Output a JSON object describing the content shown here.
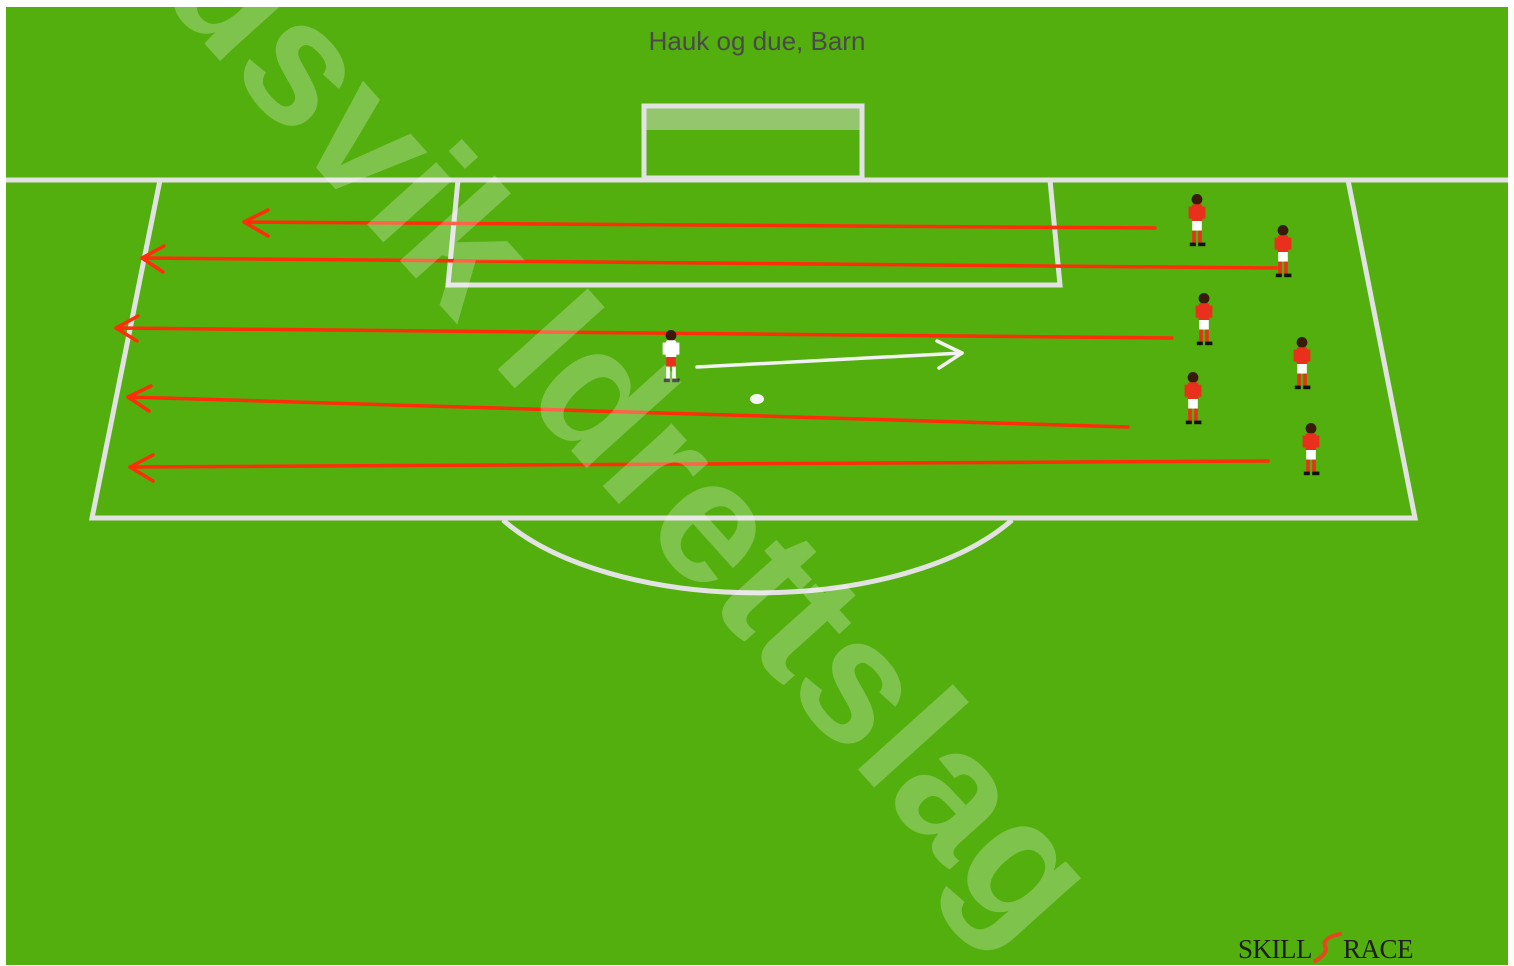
{
  "diagram": {
    "title": "Hauk og due, Barn",
    "watermark": "Sandsvik Idrettslag",
    "brand": {
      "left_text": "SKILL",
      "right_text": "RACE",
      "logo_mark_color": "#e8461e"
    }
  },
  "colors": {
    "pitch": "#52af0d",
    "border": "#ffffff",
    "lines": "#e2e2e2",
    "run_arrow": "#ff2d0a",
    "pass_arrow": "#f2f2f2",
    "red_team_shirt": "#e8301c",
    "white_team_shirt": "#ffffff"
  },
  "elements": {
    "red_players": {
      "count": 6,
      "icon": "player-red-icon"
    },
    "white_players": {
      "count": 1,
      "icon": "player-white-icon"
    },
    "run_arrows": {
      "count": 5,
      "icon": "run-arrow-icon"
    },
    "pass_arrows": {
      "count": 1,
      "icon": "pass-arrow-icon"
    },
    "balls": {
      "count": 1,
      "icon": "ball-icon"
    }
  }
}
